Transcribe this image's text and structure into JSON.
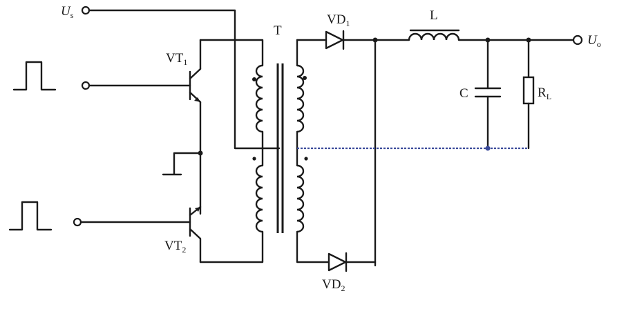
{
  "labels": {
    "input_voltage": "U",
    "input_voltage_sub": "s",
    "output_voltage": "U",
    "output_voltage_sub": "o",
    "transformer": "T",
    "diode_top": "VD",
    "diode_top_sub": "1",
    "diode_bottom": "VD",
    "diode_bottom_sub": "2",
    "inductor": "L",
    "capacitor": "C",
    "resistor": "R",
    "resistor_sub": "L",
    "transistor_top": "VT",
    "transistor_top_sub": "1",
    "transistor_bottom": "VT",
    "transistor_bottom_sub": "2"
  },
  "colors": {
    "wire": "#1a1a1a",
    "return_wire": "#3a4a9a"
  }
}
